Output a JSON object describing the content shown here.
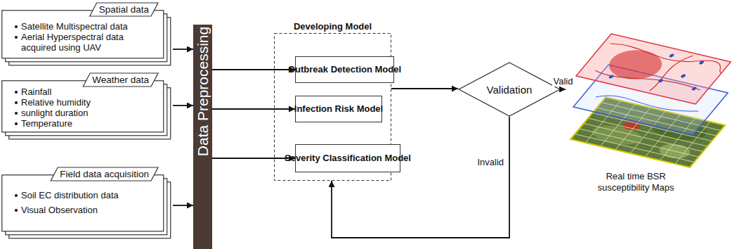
{
  "diagram": {
    "nodes": [
      {
        "text": [
          "Spatial data",
          "Satellite Multispectral data",
          "Aerial Hyperspectral data acquired using UAV"
        ]
      },
      {
        "text": [
          "Weather data",
          "Rainfall",
          "Relative humidity",
          "sunlight duration",
          "Temperature"
        ]
      },
      {
        "text": [
          "Field data acquisition",
          "Soil EC distribution data",
          "Visual Observation"
        ]
      },
      {
        "text": [
          "Data Preprocessing"
        ]
      },
      {
        "text": [
          "Developing Model"
        ]
      },
      {
        "text": [
          "Outbreak Detection Model"
        ],
        "in": 4
      },
      {
        "text": [
          "Infection Risk Model"
        ],
        "in": 4
      },
      {
        "text": [
          "Severity Classification Model"
        ],
        "in": 4
      },
      {
        "text": [
          "Validation"
        ]
      },
      {
        "text": [
          "Real time BSR susceptibility Maps"
        ]
      }
    ],
    "edges": [
      {
        "from": 0,
        "to": 3,
        "arrow": "to"
      },
      {
        "from": 1,
        "to": 3,
        "arrow": "to"
      },
      {
        "from": 2,
        "to": 3,
        "arrow": "to"
      },
      {
        "from": 3,
        "to": 5,
        "arrow": "to"
      },
      {
        "from": 3,
        "to": 6,
        "arrow": "to"
      },
      {
        "from": 3,
        "to": 7,
        "arrow": "to"
      },
      {
        "from": 4,
        "to": 8,
        "arrow": "to"
      },
      {
        "from": 8,
        "to": 9,
        "label": "Valid",
        "arrow": "to"
      },
      {
        "from": 8,
        "to": 4,
        "label": "Invalid",
        "arrow": "to"
      }
    ]
  }
}
